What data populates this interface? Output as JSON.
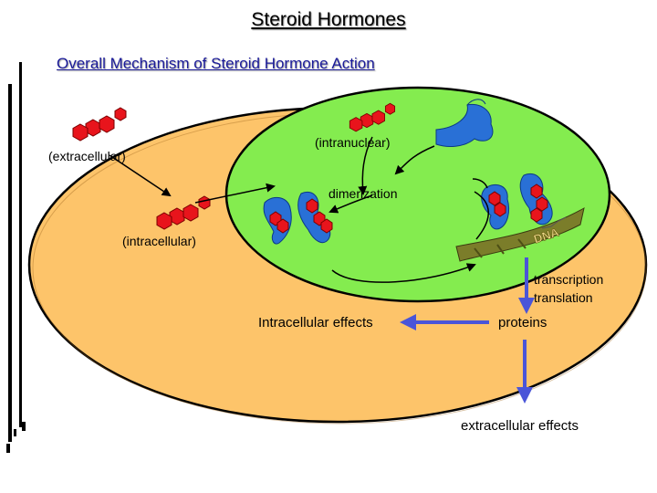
{
  "title": "Steroid Hormones",
  "subtitle": "Overall Mechanism of Steroid Hormone Action",
  "labels": {
    "extracellular": "(extracellular)",
    "intranuclear": "(intranuclear)",
    "intracellular": "(intracellular)",
    "dimerization": "dimerization",
    "dna": "DNA",
    "transcription": "transcription",
    "translation": "translation",
    "intracellular_effects": "Intracellular effects",
    "proteins": "proteins",
    "extracellular_effects": "extracellular effects"
  },
  "colors": {
    "cell": "#fdc46a",
    "nucleus": "#84ec4f",
    "hormone": "#e8141c",
    "receptor": "#2970d6",
    "dna": "#7b7d2a",
    "arrow_blue": "#4a55d8",
    "left_bars": "#000000"
  }
}
